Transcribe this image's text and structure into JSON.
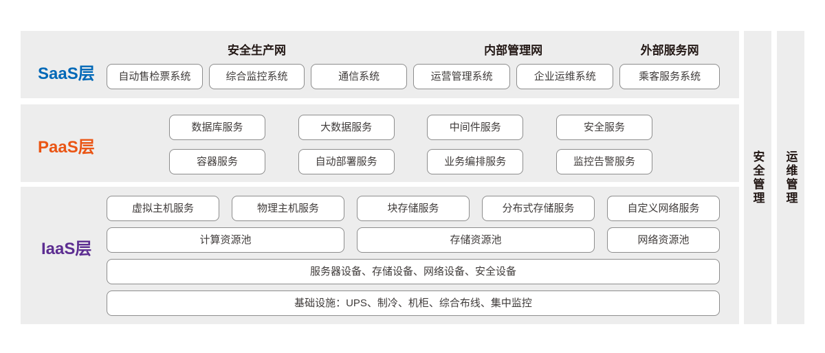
{
  "colors": {
    "saas_label": "#0068b7",
    "paas_label": "#ea5514",
    "iaas_label": "#5c2d91",
    "band_background": "#ededed",
    "box_border": "#8c8c8c",
    "header_text": "#231815"
  },
  "layers": {
    "saas": {
      "label": "SaaS层",
      "groups": [
        {
          "header": "安全生产网",
          "boxes": [
            "自动售检票系统",
            "综合监控系统",
            "通信系统"
          ]
        },
        {
          "header": "内部管理网",
          "boxes": [
            "运营管理系统",
            "企业运维系统"
          ]
        },
        {
          "header": "外部服务网",
          "boxes": [
            "乘客服务系统"
          ]
        }
      ]
    },
    "paas": {
      "label": "PaaS层",
      "rows": [
        [
          "数据库服务",
          "大数据服务",
          "中间件服务",
          "安全服务"
        ],
        [
          "容器服务",
          "自动部署服务",
          "业务编排服务",
          "监控告警服务"
        ]
      ]
    },
    "iaas": {
      "label": "IaaS层",
      "row1": [
        "虚拟主机服务",
        "物理主机服务",
        "块存储服务",
        "分布式存储服务",
        "自定义网络服务"
      ],
      "row2": [
        "计算资源池",
        "存储资源池",
        "网络资源池"
      ],
      "row3": "服务器设备、存储设备、网络设备、安全设备",
      "row4": "基础设施：UPS、制冷、机柜、综合布线、集中监控"
    }
  },
  "side_bars": [
    {
      "label": "安全管理"
    },
    {
      "label": "运维管理"
    }
  ]
}
